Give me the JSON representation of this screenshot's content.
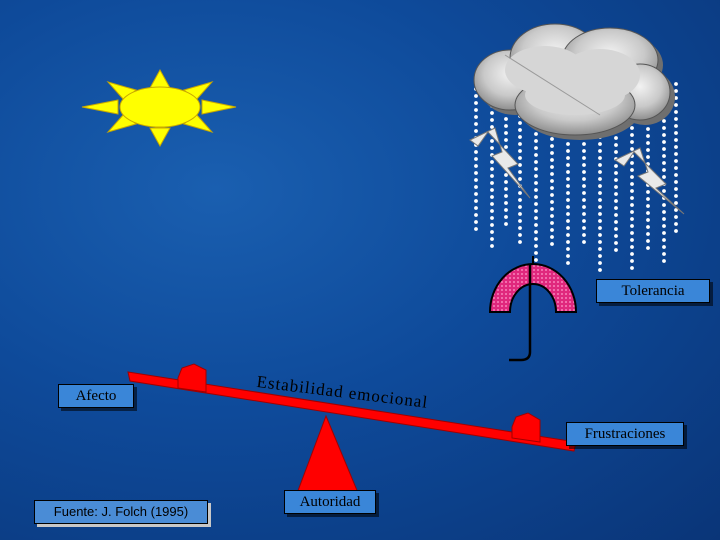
{
  "labels": {
    "tolerancia": "Tolerancia",
    "afecto": "Afecto",
    "estabilidad": "Estabilidad emocional",
    "frustraciones": "Frustraciones",
    "autoridad": "Autoridad",
    "fuente": "Fuente: J. Folch (1995)"
  },
  "icons": {
    "sun": "sun-icon",
    "cloud": "cloud-icon",
    "rain": "rain-icon",
    "lightning": "lightning-icon",
    "umbrella": "umbrella-icon",
    "seesaw": "seesaw-icon"
  },
  "colors": {
    "background": "#0e4a9a",
    "sun": "#ffff00",
    "beam": "#ff0000",
    "umbrella": "#d8006e",
    "label_box": "#3a86d8"
  }
}
